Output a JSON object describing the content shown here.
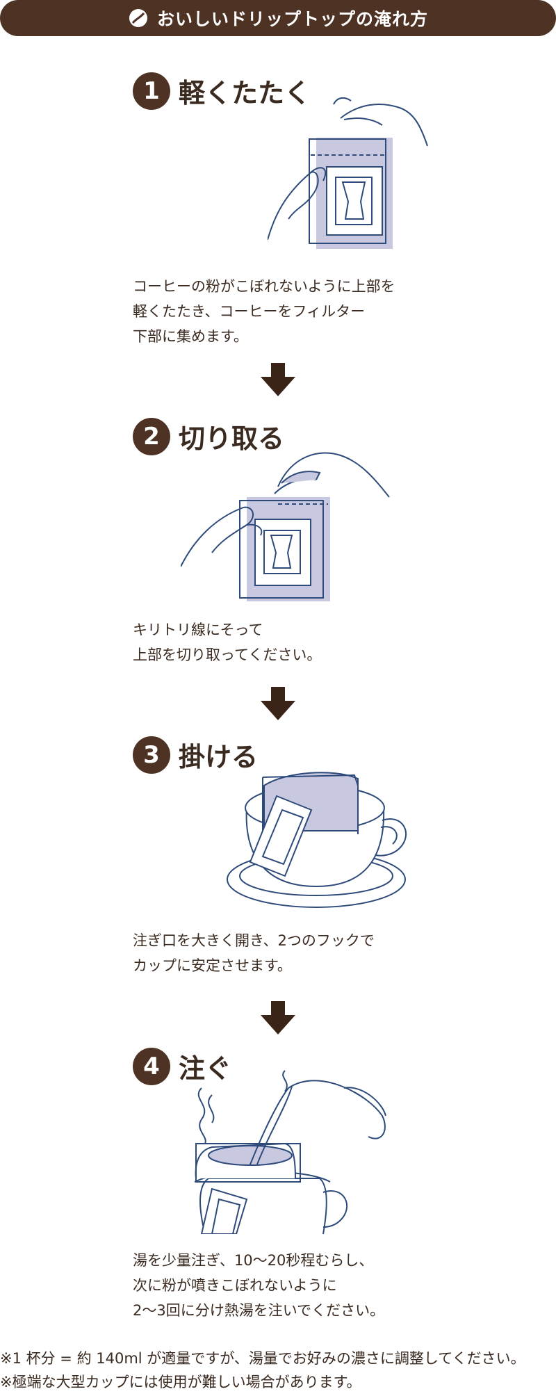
{
  "banner": {
    "title": "おいしいドリップトップの淹れ方",
    "icon": "coffee-bean-icon"
  },
  "steps": [
    {
      "number": "1",
      "title": "軽くたたく",
      "text": "コーヒーの粉がこぼれないように上部を\n軽くたたき、コーヒーをフィルター\n下部に集めます。"
    },
    {
      "number": "2",
      "title": "切り取る",
      "text": "キリトリ線にそって\n上部を切り取ってください。"
    },
    {
      "number": "3",
      "title": "掛ける",
      "text": "注ぎ口を大きく開き、2つのフックで\nカップに安定させます。"
    },
    {
      "number": "4",
      "title": "注ぐ",
      "text": "湯を少量注ぎ、10〜20秒程むらし、\n次に粉が噴きこぼれないように\n2〜3回に分け熱湯を注いでください。"
    }
  ],
  "notes": [
    "※1 杯分 = 約 140ml が適量ですが、湯量でお好みの濃さに調整してください。",
    "※極端な大型カップには使用が難しい場合があります。"
  ],
  "colors": {
    "brand_brown": "#4e3325",
    "line_blue": "#2d4a7a",
    "bag_fill": "#c8c8e0"
  }
}
